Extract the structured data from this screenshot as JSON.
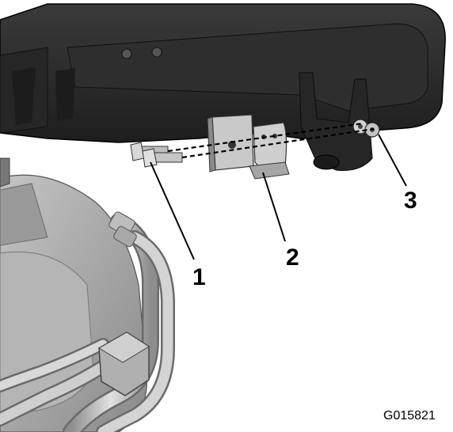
{
  "callouts": [
    {
      "id": "1",
      "label": "1"
    },
    {
      "id": "2",
      "label": "2"
    },
    {
      "id": "3",
      "label": "3"
    }
  ],
  "figure_id": "G015821",
  "colors": {
    "frame": "#2b2b2b",
    "frame_dark": "#1a1a1a",
    "metal_light": "#bfbfbf",
    "metal_mid": "#8f8f8f",
    "engine_body": "#a9a9a9",
    "engine_shadow": "#7a7a7a",
    "tube": "#c8c8c8",
    "leader_line": "#000000"
  }
}
